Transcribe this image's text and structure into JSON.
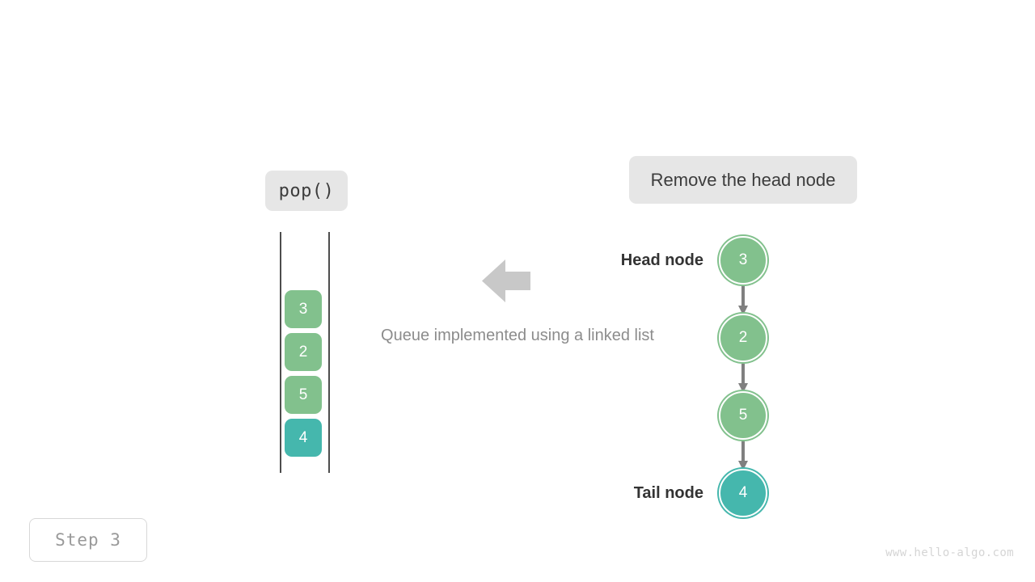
{
  "operation": {
    "code_label": "pop()",
    "description": "Remove the head node"
  },
  "caption": "Queue implemented using a linked list",
  "step": {
    "label": "Step 3"
  },
  "watermark": "www.hello-algo.com",
  "colors": {
    "green": "#82c18d",
    "teal": "#45b7ad",
    "chip_bg": "#e6e6e6",
    "arrow_gray": "#808080",
    "big_arrow_gray": "#c8c8c8"
  },
  "queue_cells": [
    {
      "value": "3",
      "color": "green"
    },
    {
      "value": "2",
      "color": "green"
    },
    {
      "value": "5",
      "color": "green"
    },
    {
      "value": "4",
      "color": "teal"
    }
  ],
  "linked_list": {
    "head_label": "Head node",
    "tail_label": "Tail node",
    "nodes": [
      {
        "value": "3",
        "color": "green"
      },
      {
        "value": "2",
        "color": "green"
      },
      {
        "value": "5",
        "color": "green"
      },
      {
        "value": "4",
        "color": "teal"
      }
    ]
  },
  "icons": {
    "big_arrow": "arrow-left-icon"
  }
}
